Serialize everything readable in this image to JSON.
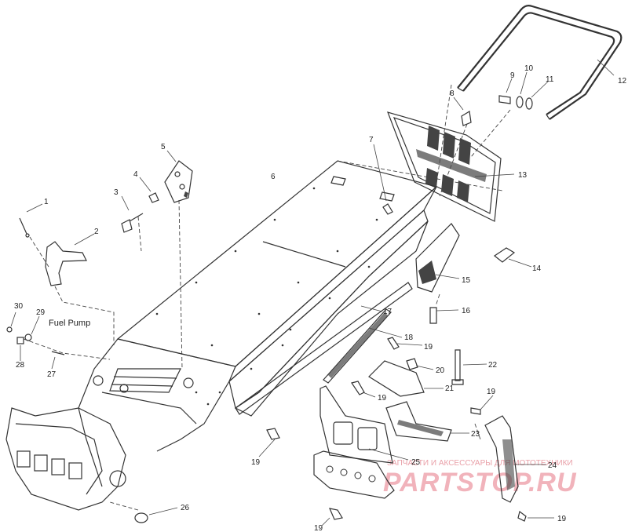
{
  "callouts": [
    {
      "id": "c1",
      "text": "1"
    },
    {
      "id": "c2",
      "text": "2"
    },
    {
      "id": "c3",
      "text": "3"
    },
    {
      "id": "c4",
      "text": "4"
    },
    {
      "id": "c5",
      "text": "5"
    },
    {
      "id": "c6",
      "text": "6"
    },
    {
      "id": "c7",
      "text": "7"
    },
    {
      "id": "c8",
      "text": "8"
    },
    {
      "id": "c9",
      "text": "9"
    },
    {
      "id": "c10",
      "text": "10"
    },
    {
      "id": "c11",
      "text": "11"
    },
    {
      "id": "c12",
      "text": "12"
    },
    {
      "id": "c13",
      "text": "13"
    },
    {
      "id": "c14",
      "text": "14"
    },
    {
      "id": "c15",
      "text": "15"
    },
    {
      "id": "c16",
      "text": "16"
    },
    {
      "id": "c17",
      "text": "17"
    },
    {
      "id": "c18",
      "text": "18"
    },
    {
      "id": "c19a",
      "text": "19"
    },
    {
      "id": "c19b",
      "text": "19"
    },
    {
      "id": "c19c",
      "text": "19"
    },
    {
      "id": "c19d",
      "text": "19"
    },
    {
      "id": "c19e",
      "text": "19"
    },
    {
      "id": "c19f",
      "text": "19"
    },
    {
      "id": "c20",
      "text": "20"
    },
    {
      "id": "c21",
      "text": "21"
    },
    {
      "id": "c22",
      "text": "22"
    },
    {
      "id": "c23",
      "text": "23"
    },
    {
      "id": "c24",
      "text": "24"
    },
    {
      "id": "c25",
      "text": "25"
    },
    {
      "id": "c26",
      "text": "26"
    },
    {
      "id": "c27",
      "text": "27"
    },
    {
      "id": "c28",
      "text": "28"
    },
    {
      "id": "c29",
      "text": "29"
    },
    {
      "id": "c30",
      "text": "30"
    }
  ],
  "fuel_pump_label": "Fuel Pump",
  "watermark": {
    "tagline": "ЗАПЧАСТИ И АКСЕССУАРЫ ДЛЯ МОТОТЕХНИКИ",
    "brand": "PARTSTOP.RU"
  }
}
